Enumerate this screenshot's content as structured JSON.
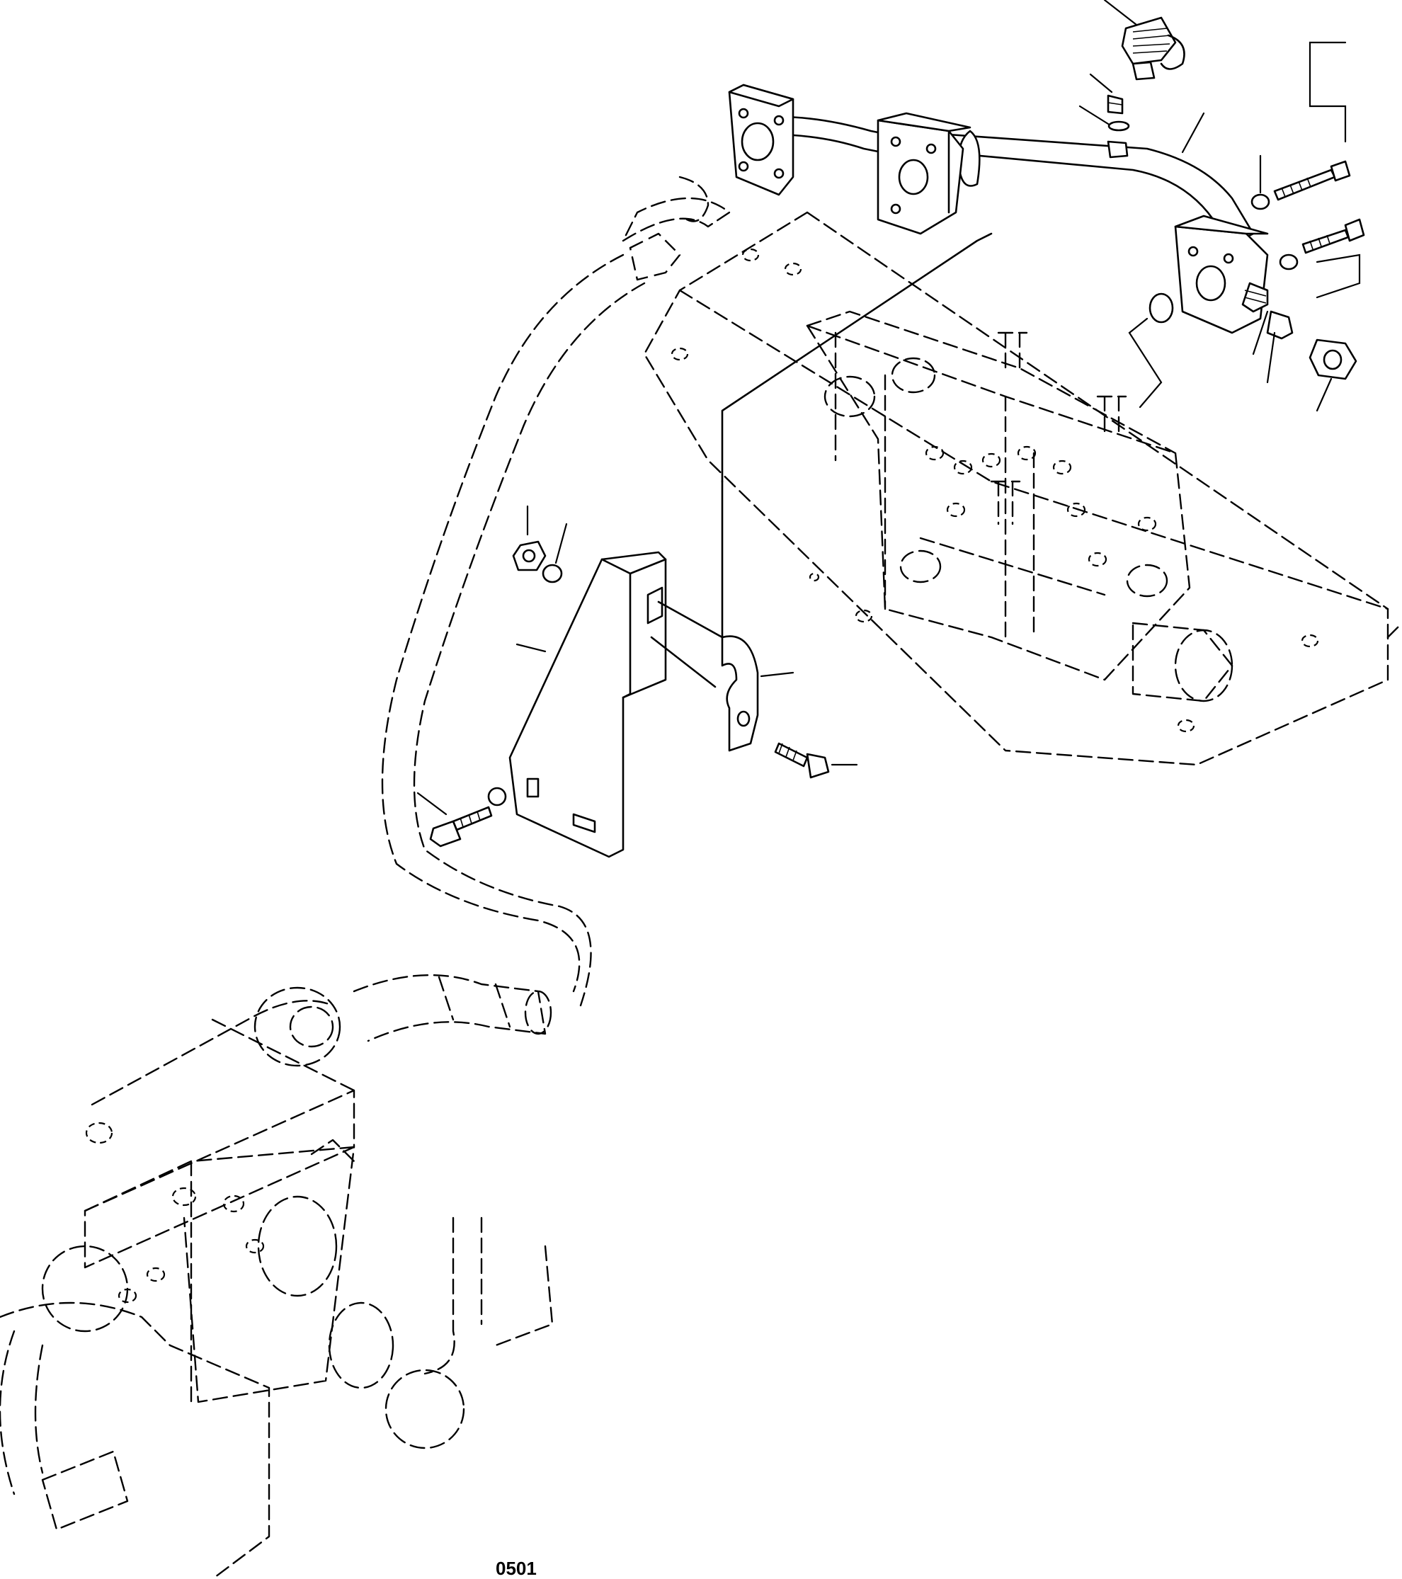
{
  "drawing": {
    "figure_code": "0501",
    "style": {
      "line_color": "#000000",
      "background_color": "#ffffff"
    },
    "callouts": [
      "coupling-leader",
      "washer-leader",
      "oring-leader",
      "tube-leader",
      "bolt-top-leader",
      "washer-right-leader",
      "oring-block-leader",
      "fitting-leader",
      "nut-leader",
      "nut-bracket-leader",
      "washer-bracket-leader",
      "bracket-leader",
      "clamp-leader",
      "bolt-clamp-leader",
      "bolt-bracket-leader"
    ]
  }
}
